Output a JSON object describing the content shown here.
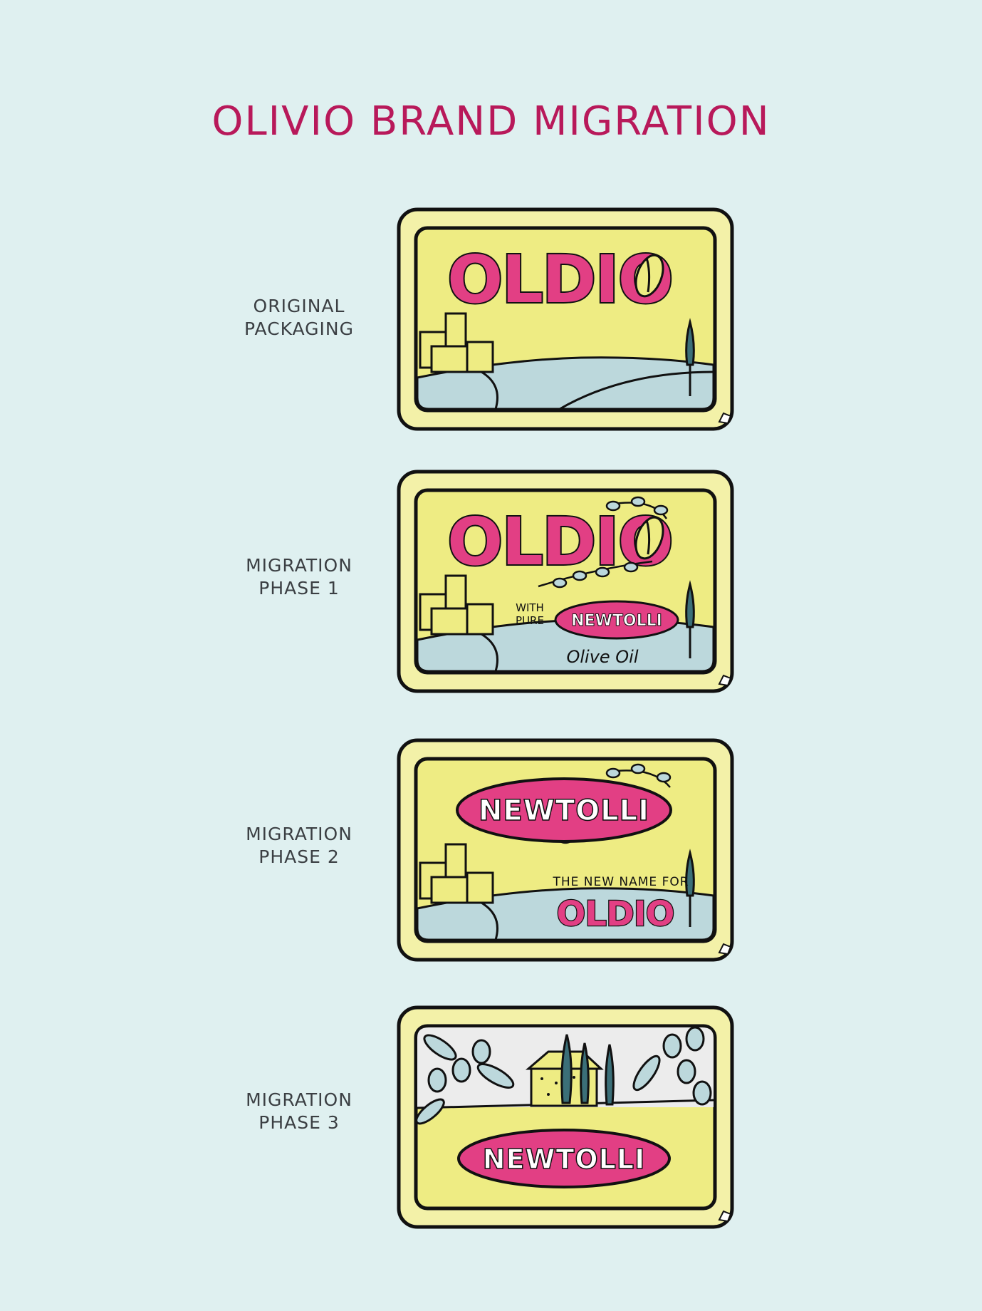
{
  "title": "OLIVIO BRAND MIGRATION",
  "colors": {
    "background": "#dff0f0",
    "title": "#b8195a",
    "tub_outer": "#f3f1a8",
    "tub_inner": "#eeec83",
    "brand_pink": "#e23f84",
    "landscape": "#bcd8dc",
    "outline": "#111111"
  },
  "stages": [
    {
      "label_line1": "ORIGINAL",
      "label_line2": "PACKAGING",
      "brand": "OLDIO"
    },
    {
      "label_line1": "MIGRATION",
      "label_line2": "PHASE 1",
      "brand": "OLDIO",
      "with_pure": [
        "WITH",
        "PURE"
      ],
      "new_brand": "NEWTOLLI",
      "script": "Olive Oil"
    },
    {
      "label_line1": "MIGRATION",
      "label_line2": "PHASE 2",
      "new_brand": "NEWTOLLI",
      "tagline": "THE NEW NAME FOR",
      "old_brand": "OLDIO"
    },
    {
      "label_line1": "MIGRATION",
      "label_line2": "PHASE 3",
      "new_brand": "NEWTOLLI"
    }
  ]
}
